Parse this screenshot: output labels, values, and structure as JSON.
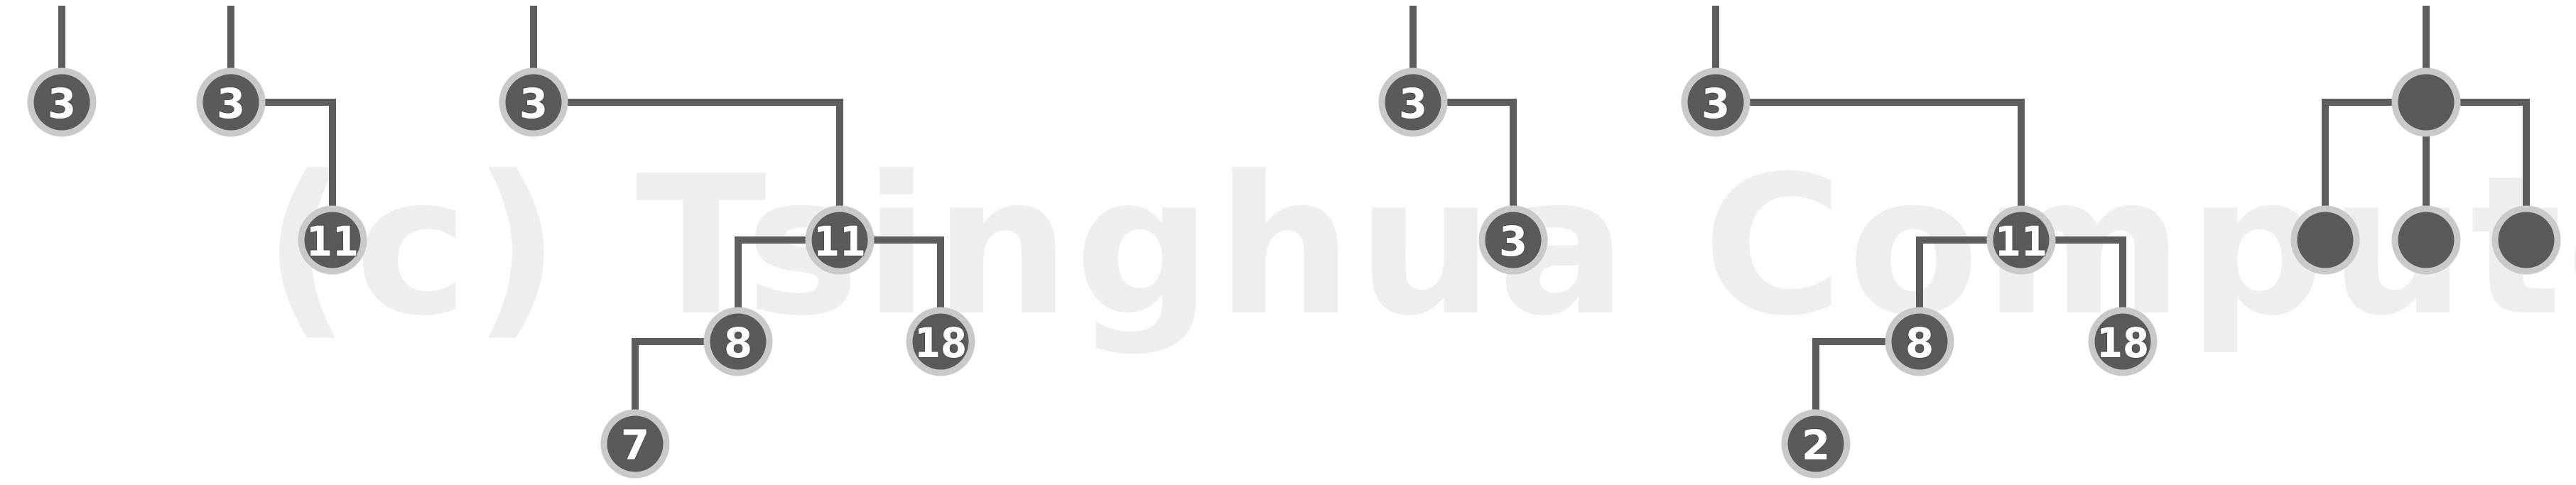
{
  "watermark": "(c) Tsinghua Computer",
  "trees": [
    {
      "id": "tree-1",
      "nodes": [
        {
          "id": "a",
          "label": "3"
        }
      ]
    },
    {
      "id": "tree-2",
      "nodes": [
        {
          "id": "a",
          "label": "3"
        },
        {
          "id": "b",
          "label": "11",
          "parent": "a"
        }
      ]
    },
    {
      "id": "tree-3",
      "nodes": [
        {
          "id": "a",
          "label": "3"
        },
        {
          "id": "b",
          "label": "11",
          "parent": "a"
        },
        {
          "id": "c",
          "label": "8",
          "parent": "b"
        },
        {
          "id": "d",
          "label": "18",
          "parent": "b"
        },
        {
          "id": "e",
          "label": "7",
          "parent": "c"
        }
      ]
    },
    {
      "id": "tree-4",
      "nodes": [
        {
          "id": "a",
          "label": "3"
        },
        {
          "id": "b",
          "label": "3",
          "parent": "a"
        }
      ]
    },
    {
      "id": "tree-5",
      "nodes": [
        {
          "id": "a",
          "label": "3"
        },
        {
          "id": "b",
          "label": "11",
          "parent": "a"
        },
        {
          "id": "c",
          "label": "8",
          "parent": "b"
        },
        {
          "id": "d",
          "label": "18",
          "parent": "b"
        },
        {
          "id": "e",
          "label": "2",
          "parent": "c"
        }
      ]
    },
    {
      "id": "tree-6",
      "nodes": [
        {
          "id": "a",
          "label": ""
        },
        {
          "id": "b",
          "label": "",
          "parent": "a"
        },
        {
          "id": "c",
          "label": "",
          "parent": "a"
        },
        {
          "id": "d",
          "label": "",
          "parent": "a"
        }
      ]
    }
  ]
}
